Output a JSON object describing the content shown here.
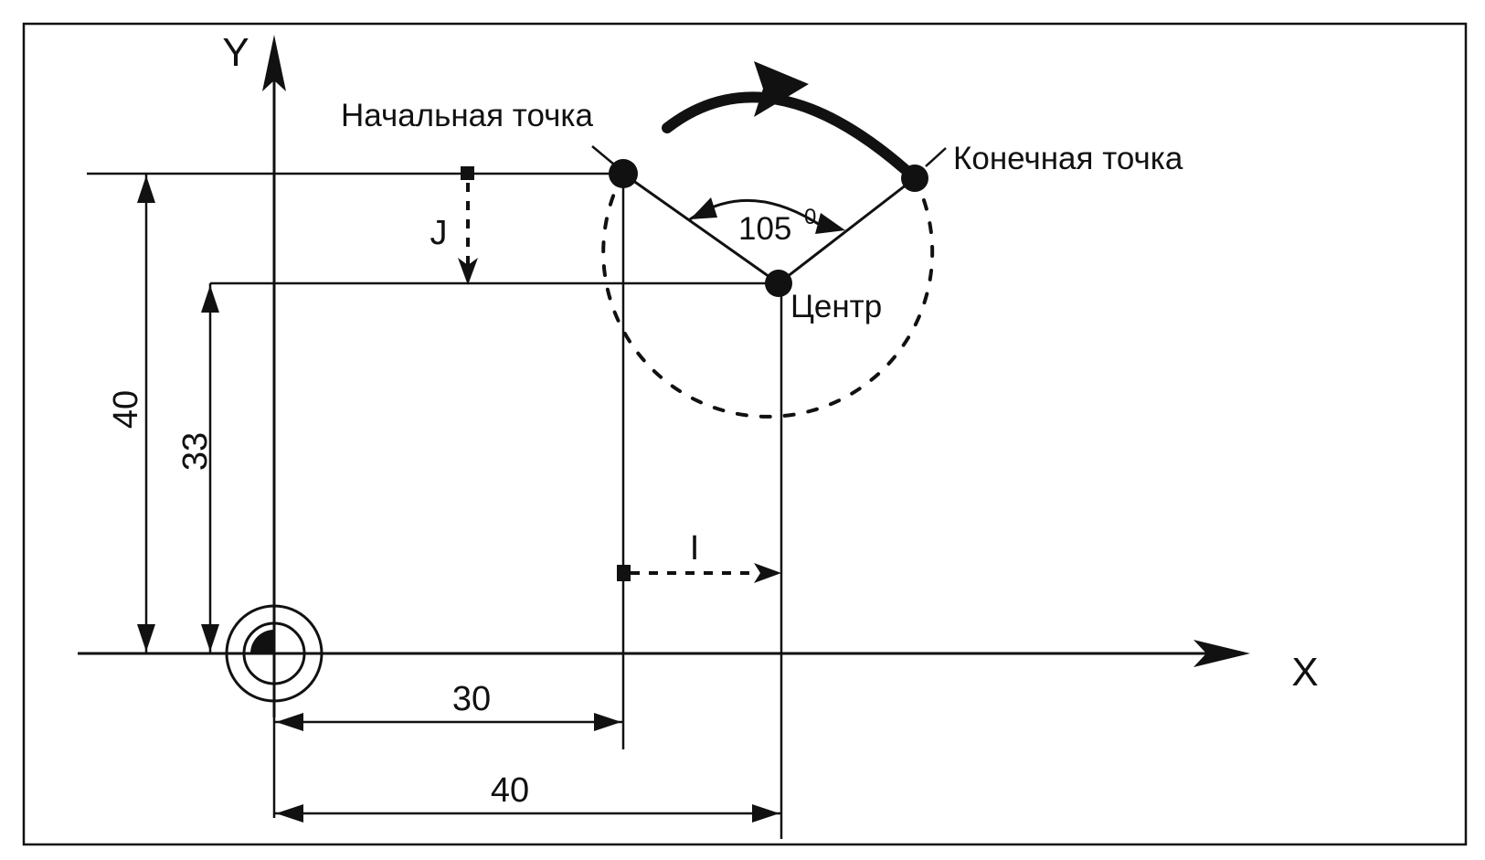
{
  "labels": {
    "y_axis": "Y",
    "x_axis": "X",
    "start_point": "Начальная точка",
    "end_point": "Конечная точка",
    "center": "Центр",
    "angle": "105",
    "angle_unit": "0",
    "j_offset": "J",
    "i_offset": "I"
  },
  "dimensions": {
    "start_y": "40",
    "center_y": "33",
    "start_x": "30",
    "center_x": "40"
  }
}
